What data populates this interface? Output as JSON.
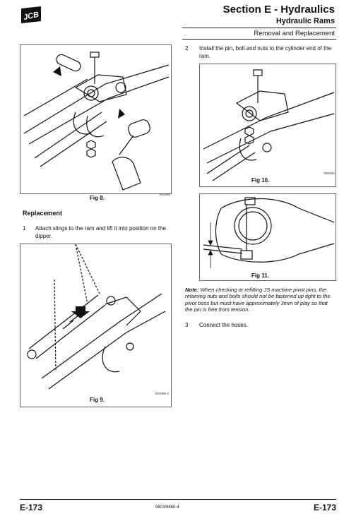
{
  "header": {
    "logo_text": "JCB",
    "section_title": "Section E - Hydraulics",
    "subsection": "Hydraulic Rams",
    "topic": "Removal and Replacement"
  },
  "figures": {
    "fig8": {
      "label": "Fig 8.",
      "code": "803090"
    },
    "fig9": {
      "label": "Fig 9.",
      "code": "803096-1"
    },
    "fig10": {
      "label": "Fig 10.",
      "code": "803092"
    },
    "fig11": {
      "label": "Fig 11."
    }
  },
  "replacement": {
    "heading": "Replacement",
    "steps": [
      {
        "num": "1",
        "text": "Attach slings to the ram and lift it into position on the dipper."
      },
      {
        "num": "2",
        "text": "Install the pin, bolt and nuts to the cylinder end of the ram."
      },
      {
        "num": "3",
        "text": "Connect the hoses."
      }
    ]
  },
  "note": {
    "label": "Note:",
    "text": "When checking or refitting JS machine pivot pins, the retaining nuts and bolts should not be fastened up tight to the pivot boss but must have approximately 3mm of play so that the pin is free from tension."
  },
  "footer": {
    "page_left": "E-173",
    "doc_number": "9803/9860-4",
    "page_right": "E-173"
  }
}
